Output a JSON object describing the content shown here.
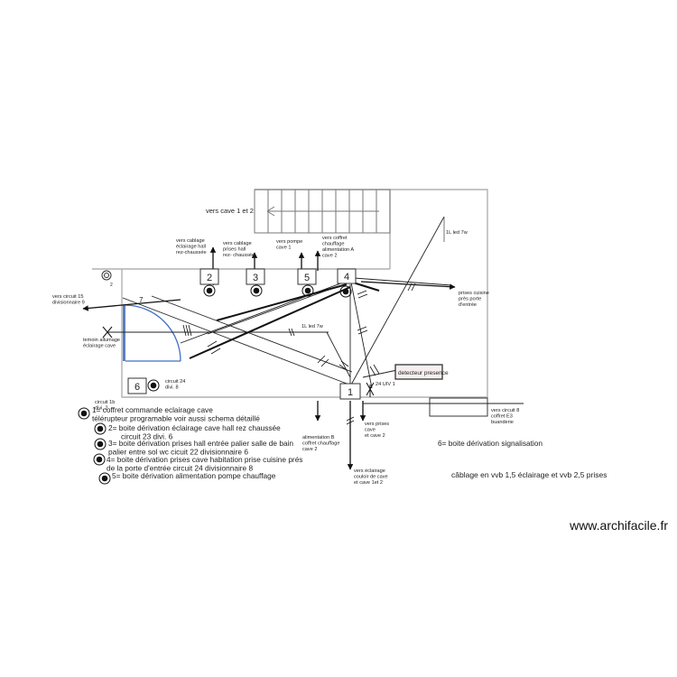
{
  "labels": {
    "stairs": "vers cave 1 et 2",
    "cable_hall": "vers cablage\néclairage hall\nrez-chaussée",
    "cable_prises": "vers cablage\nprises hall\nrez- chaussée",
    "pompe": "vers pompe\ncave 1",
    "coffret_chauffage": "vers coffret\nchauffage\nalimentation A\ncave 2",
    "led_top": "1L led 7w",
    "led_mid": "1L led 7w",
    "circuit15": "vers circuit 15\ndivisionnaire 9",
    "temoin": "temoin allumage\néclairage cave",
    "prises_cuisine": "prises cuisine\nprès porte\nd'entrée",
    "circuit24": "circuit 24\ndivi. 8",
    "detecteur": "detecteur presence",
    "uv": "24 UIV 1",
    "circuit15b": "circuit 1b\ndivi. 2",
    "alim_b": "alimentation B\ncoffret chauffage\ncave 2",
    "prises_cave": "vers prises\ncave\net cave 2",
    "eclairage_couloir": "vers éclairage\ncouloir de cave\net cave 1et 2",
    "circuit8": "vers circuit 8\ncoffret E3\nbuanderie",
    "num7": "7",
    "num_small": "2"
  },
  "boxes": [
    {
      "id": "2"
    },
    {
      "id": "3"
    },
    {
      "id": "5"
    },
    {
      "id": "4"
    },
    {
      "id": "6"
    },
    {
      "id": "1"
    }
  ],
  "legend": [
    "1= coffret commande eclairage cave\ntélérupteur programable voir aussi schema détaillé",
    "2= boite dérivation éclairage cave hall rez chaussée\ncircuit 23 divi. 6",
    "3= boite dérivation prises hall entrée palier salle de bain\npalier entre sol wc cicuit 22 divisionnaire 6",
    "4= boite dérivation prises cave habitation prise cuisine prés\nde la porte d'entrée  circuit 24 divisionnaire 8",
    "5= boite dérivation  alimentation pompe chauffage"
  ],
  "legend6": "6= boite dérivation signalisation",
  "cablage": "câblage en vvb 1,5 éclairage et vvb  2,5 prises",
  "watermark": "www.archifacile.fr"
}
